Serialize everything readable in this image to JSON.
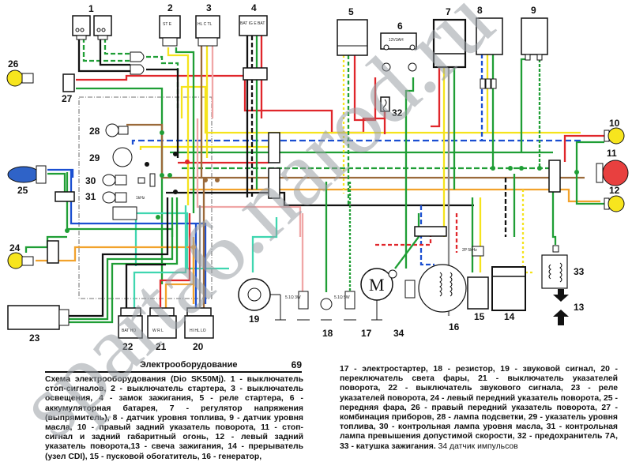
{
  "diagram": {
    "title": "Схема электрооборудования (Dio SK50Mj)",
    "components": [
      {
        "id": "1",
        "name": "выключатель стоп-сигналов"
      },
      {
        "id": "2",
        "name": "выключатель стартера",
        "pins": [
          "ST",
          "E"
        ]
      },
      {
        "id": "3",
        "name": "выключатель освещения",
        "pins": [
          "HL",
          "C",
          "TL"
        ]
      },
      {
        "id": "4",
        "name": "замок зажигания",
        "pins": [
          "BAT",
          "IG",
          "E",
          "BAT"
        ]
      },
      {
        "id": "5",
        "name": "реле стартера"
      },
      {
        "id": "6",
        "name": "аккумуляторная батарея",
        "rating": "12V3AH"
      },
      {
        "id": "7",
        "name": "регулятор напряжения (выпрямитель)"
      },
      {
        "id": "8",
        "name": "датчик уровня топлива"
      },
      {
        "id": "9",
        "name": "датчик уровня масла"
      },
      {
        "id": "10",
        "name": "правый задний указатель поворота"
      },
      {
        "id": "11",
        "name": "стоп-сигнал и задний габаритный огонь"
      },
      {
        "id": "12",
        "name": "левый задний указатель поворота"
      },
      {
        "id": "13",
        "name": "свеча зажигания"
      },
      {
        "id": "14",
        "name": "прерыватель (узел CDI)"
      },
      {
        "id": "15",
        "name": "пусковой обогатитель"
      },
      {
        "id": "16",
        "name": "генератор"
      },
      {
        "id": "17",
        "name": "электростартер"
      },
      {
        "id": "18",
        "name": "резистор",
        "ratings": [
          "5.1Ω 3W",
          "5.1Ω 5W"
        ]
      },
      {
        "id": "19",
        "name": "звуковой сигнал"
      },
      {
        "id": "20",
        "name": "переключатель света фары",
        "pins": [
          "HI",
          "HL",
          "LO"
        ]
      },
      {
        "id": "21",
        "name": "выключатель указателей поворота",
        "pins": [
          "W",
          "R",
          "L"
        ]
      },
      {
        "id": "22",
        "name": "выключатель звукового сигнала",
        "pins": [
          "BAT",
          "HO"
        ]
      },
      {
        "id": "23",
        "name": "реле указателей поворота"
      },
      {
        "id": "24",
        "name": "левый передний указатель поворота"
      },
      {
        "id": "25",
        "name": "передняя фара"
      },
      {
        "id": "26",
        "name": "правый передний указатель поворота"
      },
      {
        "id": "27",
        "name": "комбинация приборов"
      },
      {
        "id": "28",
        "name": "лампа подсветки"
      },
      {
        "id": "29",
        "name": "указатель уровня топлива"
      },
      {
        "id": "30",
        "name": "контрольная лампа уровня масла"
      },
      {
        "id": "31",
        "name": "контрольная лампа превышения допустимой скорости"
      },
      {
        "id": "32",
        "name": "предохранитель 7A"
      },
      {
        "id": "33",
        "name": "катушка зажигания"
      },
      {
        "id": "34",
        "name": "датчик импульсов"
      }
    ],
    "wire_colors": {
      "black": "#111111",
      "red": "#e0262b",
      "green": "#1f9e35",
      "yellow": "#f5e31c",
      "blue": "#1b4fd1",
      "orange": "#f2a22c",
      "brown": "#9b6a3a",
      "pink": "#f0a6a6",
      "light_green": "#3fd6b0",
      "gray": "#8c8c8c",
      "white": "#ffffff"
    },
    "lamp_colors": {
      "yellow_bulb": "#f7e51e",
      "red_bulb": "#e8403f",
      "headlamp": "#2f63c8"
    },
    "labels": {
      "battery_rating": "12V3AH",
      "motor_symbol": "M",
      "resistor_a": "5.1Ω 3W",
      "resistor_b": "5.1Ω 5W",
      "sw2_pins": "ST E",
      "sw3_pins": "HL C TL",
      "sw4_pins": "BAT IG E BAT",
      "sw20_pins": "HI HL LO",
      "sw21_pins": "W R L",
      "sw22_pins": "BAT HO",
      "choke_rating": "2P 5kHz",
      "speed_rating": "1kHz"
    }
  },
  "page": {
    "section_title": "Электрооборудование",
    "page_number": "69"
  },
  "caption": {
    "left": "Схема электрооборудования (Dio SK50Mj). 1 - выключатель стоп-сигналов, 2 - выключатель стартера, 3 - выключатель освещения, 4 - замок зажигания, 5 - реле стартера, 6 - аккумуляторная батарея, 7 - регулятор напряжения (выпрямитель), 8 - датчик уровня топлива, 9 - датчик уровня масла, 10 - правый задний указатель поворота, 11 - стоп-сигнал и задний габаритный огонь, 12 - левый задний указатель поворота,13 - свеча зажигания, 14 - прерыватель (узел CDI), 15 - пусковой обогатитель, 16 - генератор,",
    "right": "17 - электростартер, 18 - резистор, 19 - звуковой сигнал, 20 - переключатель света фары, 21 - выключатель указателей поворота, 22 - выключатель звукового сигнала, 23 - реле указателей поворота, 24 - левый передний указатель поворота, 25 - передняя фара, 26 - правый передний указатель поворота, 27 - комбинация приборов, 28 - лампа подсветки, 29 - указатель уровня топлива, 30 - контрольная лампа уровня масла, 31 - контрольная лампа превышения допустимой скорости, 32 - предохранитель 7А, 33 - катушка зажигания.",
    "right_tail": "34 датчик импульсов"
  },
  "watermark": "sparta6.narod.ru"
}
